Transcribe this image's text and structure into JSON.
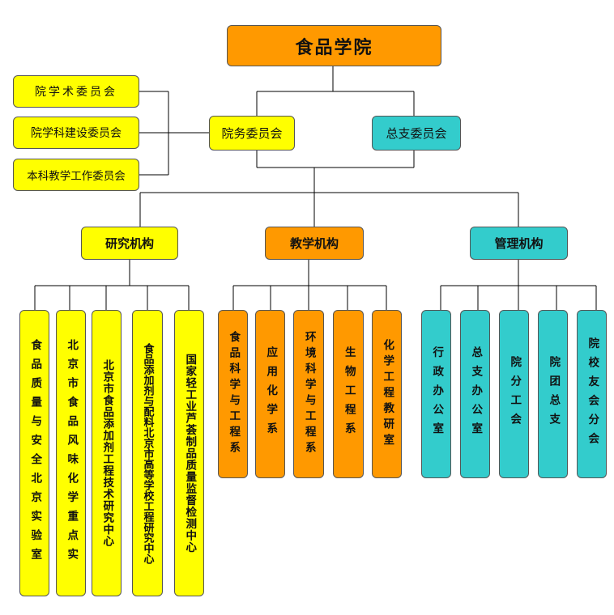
{
  "root": "食品学院",
  "committees": {
    "academic": "院学术委员会",
    "discipline": "院学科建设委员会",
    "teaching": "本科教学工作委员会"
  },
  "council": "院务委员会",
  "party": "总支委员会",
  "groups": {
    "research": {
      "label": "研究机构",
      "items": [
        "食品质量与安全北京实验室",
        "北京市食品风味化学重点实",
        "北京市食品添加剂工程技术研究中心",
        "食品添加剂与配料北京市高等学校工程研究中心",
        "国家轻工业芦荟制品质量监督检测中心"
      ]
    },
    "teaching": {
      "label": "教学机构",
      "items": [
        "食品科学与工程系",
        "应用化学系",
        "环境科学与工程系",
        "生物工程系",
        "化学工程教研室"
      ]
    },
    "admin": {
      "label": "管理机构",
      "items": [
        "行政办公室",
        "总支办公室",
        "院分工会",
        "院团总支",
        "院校友会分会"
      ]
    }
  },
  "colors": {
    "yellow": "#ffff00",
    "orange": "#ff9900",
    "teal": "#33cccc",
    "line": "#000000"
  }
}
